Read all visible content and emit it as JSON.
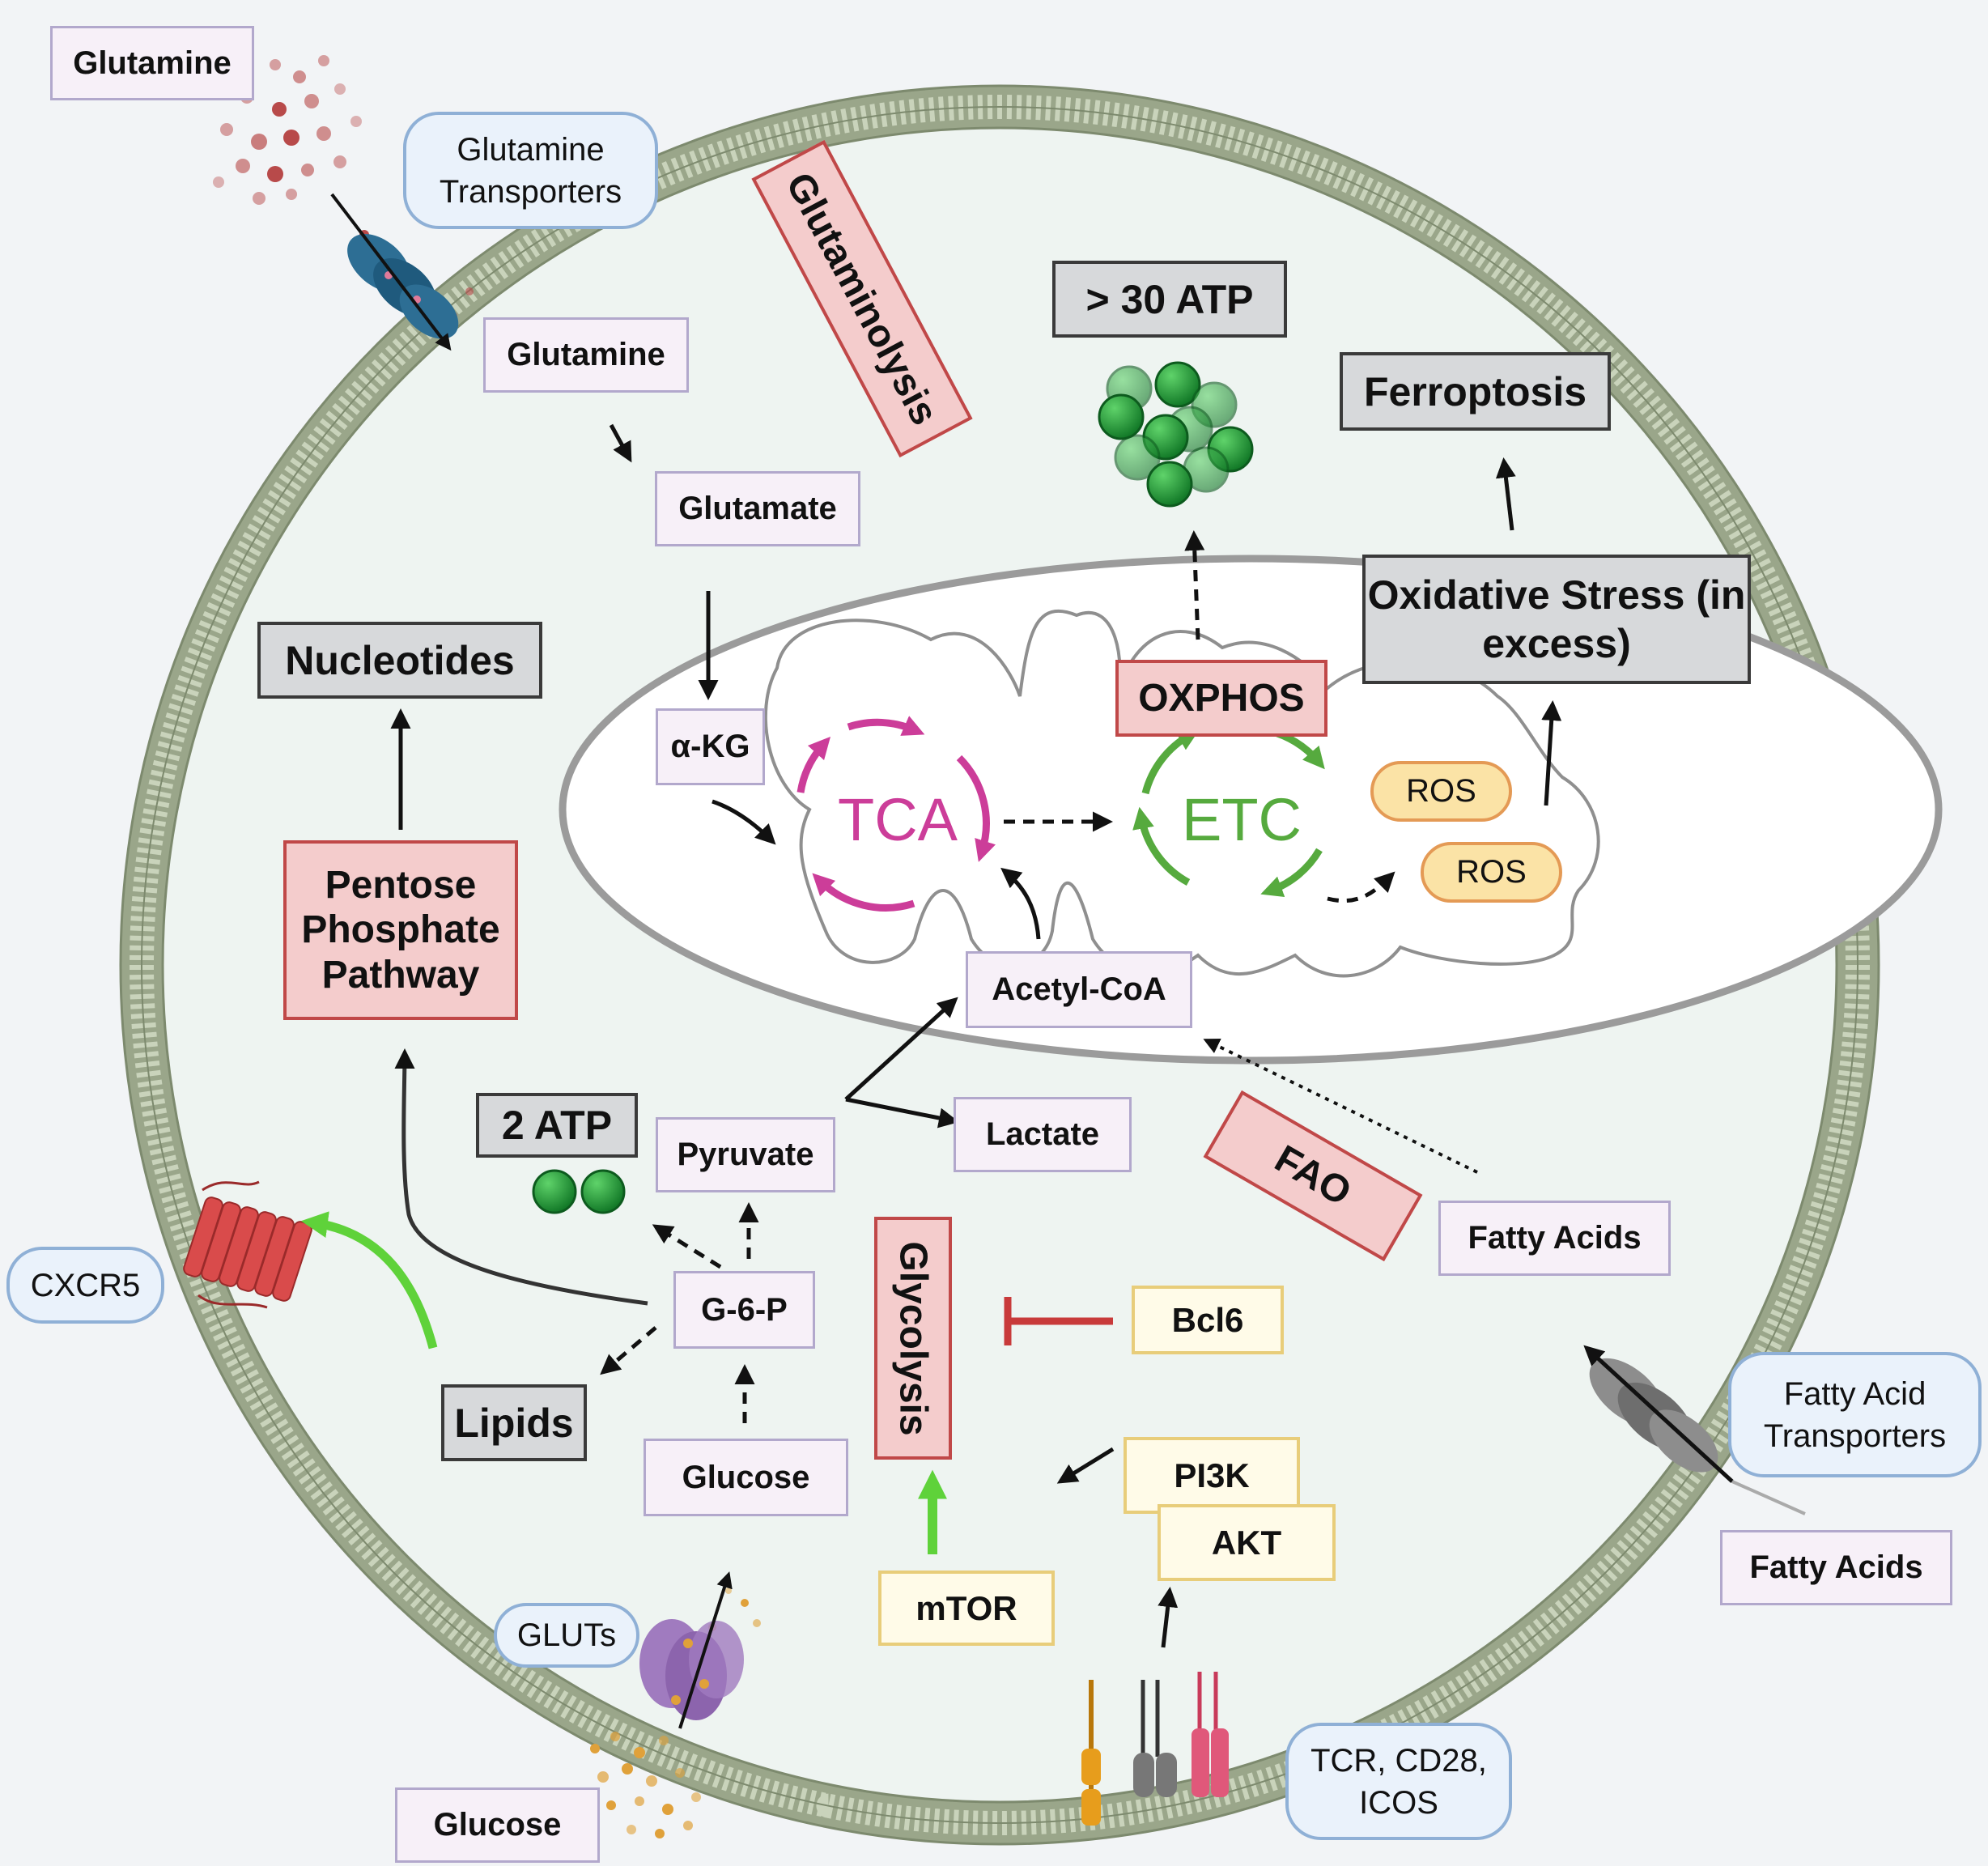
{
  "labels": {
    "glutamine_outside": "Glutamine",
    "glutamine_transporters": "Glutamine Transporters",
    "glutamine_inside": "Glutamine",
    "glutaminolysis": "Glutaminolysis",
    "glutamate": "Glutamate",
    "atp_30": "> 30 ATP",
    "ferroptosis": "Ferroptosis",
    "oxidative_stress": "Oxidative Stress (in excess)",
    "nucleotides": "Nucleotides",
    "akg": "α-KG",
    "tca": "TCA",
    "etc": "ETC",
    "oxphos": "OXPHOS",
    "ros_1": "ROS",
    "ros_2": "ROS",
    "ppp": "Pentose Phosphate Pathway",
    "acetyl_coa": "Acetyl-CoA",
    "atp_2": "2 ATP",
    "pyruvate": "Pyruvate",
    "lactate": "Lactate",
    "fao": "FAO",
    "fatty_acids_inside": "Fatty Acids",
    "glycolysis": "Glycolysis",
    "cxcr5": "CXCR5",
    "g6p": "G-6-P",
    "bcl6": "Bcl6",
    "lipids": "Lipids",
    "glucose_inside": "Glucose",
    "fatty_acid_transporters": "Fatty Acid Transporters",
    "pi3k": "PI3K",
    "akt": "AKT",
    "mtor": "mTOR",
    "fatty_acids_outside": "Fatty Acids",
    "gluts": "GLUTs",
    "tcr": "TCR, CD28, ICOS",
    "glucose_outside": "Glucose"
  },
  "colors": {
    "tca": "#cc3d99",
    "etc": "#56aa3e",
    "promote_arrow": "#5fd23a",
    "inhibit": "#c83a3a",
    "membrane": "#9aa68a",
    "cytoplasm": "#eef4f1"
  }
}
